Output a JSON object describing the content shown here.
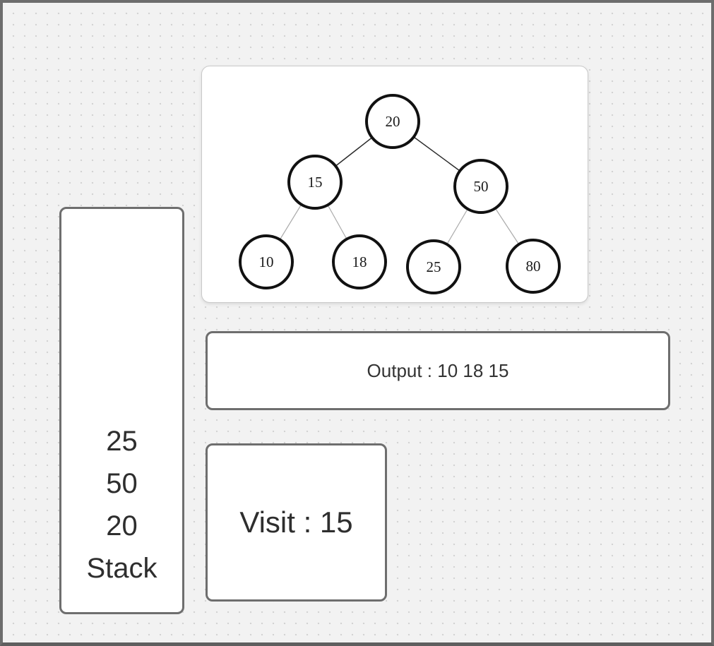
{
  "app": {
    "description": "Binary tree traversal visualization with stack, output and visit panels",
    "colors": {
      "background": "#f2f2f2",
      "dot_grid": "#d3d3d3",
      "frame_border": "#6d6d6d",
      "box_border": "#6e6e6e",
      "panel_background": "#ffffff",
      "node_stroke": "#111111",
      "edge_dark": "#2b2b2b",
      "edge_light": "#ababab",
      "text": "#2e2e2e"
    }
  },
  "tree": {
    "nodes": [
      {
        "label": "20"
      },
      {
        "label": "15"
      },
      {
        "label": "50"
      },
      {
        "label": "10"
      },
      {
        "label": "18"
      },
      {
        "label": "25"
      },
      {
        "label": "80"
      }
    ],
    "edges": [
      {
        "from": "20",
        "to": "15",
        "style": "dark"
      },
      {
        "from": "20",
        "to": "50",
        "style": "dark"
      },
      {
        "from": "15",
        "to": "10",
        "style": "light"
      },
      {
        "from": "15",
        "to": "18",
        "style": "light"
      },
      {
        "from": "50",
        "to": "25",
        "style": "light"
      },
      {
        "from": "50",
        "to": "80",
        "style": "light"
      }
    ]
  },
  "stack": {
    "items": [
      "25",
      "50",
      "20"
    ],
    "label": "Stack"
  },
  "output": {
    "text": "Output : 10 18 15"
  },
  "visit": {
    "text": "Visit : 15"
  }
}
